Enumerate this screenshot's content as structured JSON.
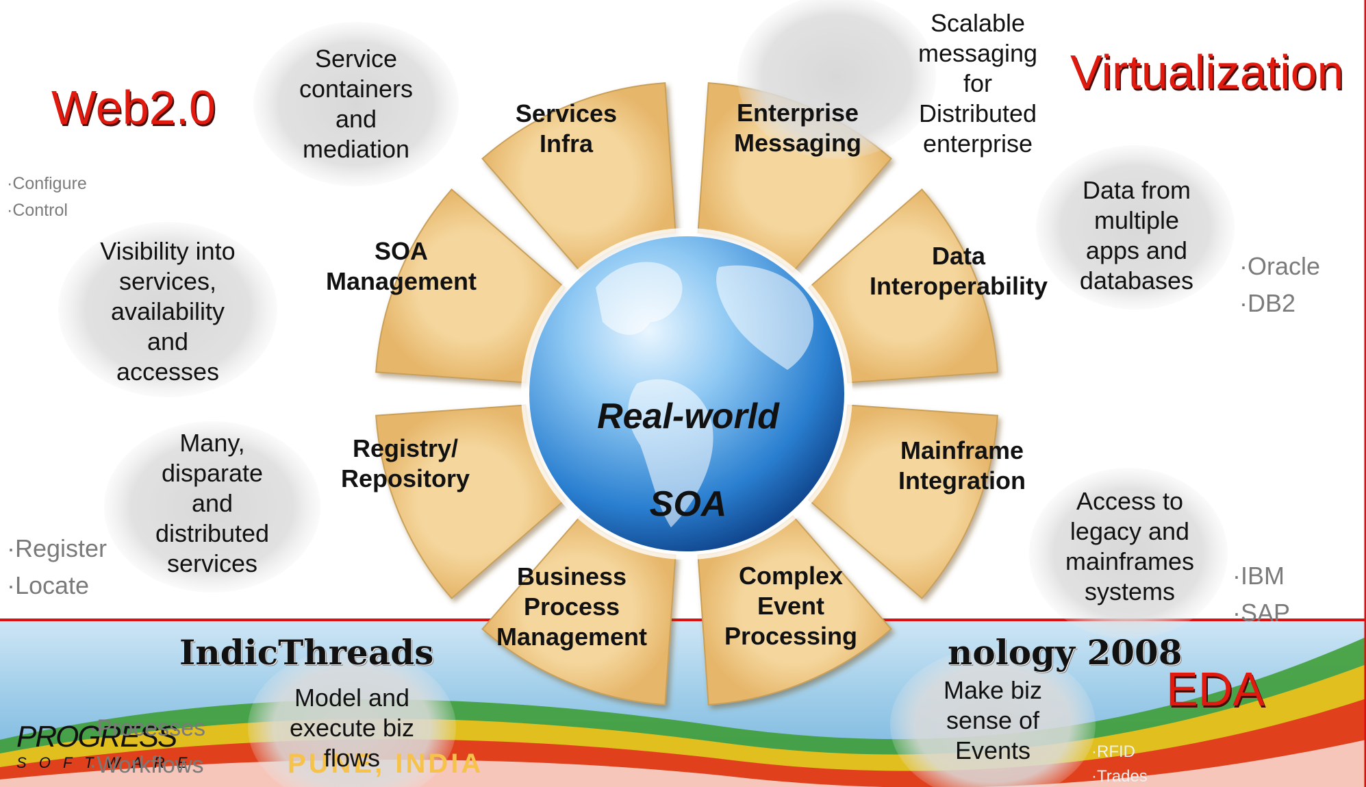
{
  "center": {
    "line1": "Real-world",
    "line2": "SOA"
  },
  "segments": [
    {
      "id": "services-infra",
      "label": "Services\nInfra"
    },
    {
      "id": "enterprise-messaging",
      "label": "Enterprise\nMessaging"
    },
    {
      "id": "data-interoperability",
      "label": "Data\nInteroperability"
    },
    {
      "id": "mainframe-integration",
      "label": "Mainframe\nIntegration"
    },
    {
      "id": "complex-event-processing",
      "label": "Complex\nEvent\nProcessing"
    },
    {
      "id": "business-process-management",
      "label": "Business\nProcess\nManagement"
    },
    {
      "id": "registry-repository",
      "label": "Registry/\nRepository"
    },
    {
      "id": "soa-management",
      "label": "SOA\nManagement"
    }
  ],
  "bubbles": [
    {
      "id": "service-containers",
      "label": "Service\ncontainers\nand\nmediation"
    },
    {
      "id": "scalable-messaging",
      "label": "Scalable\nmessaging\nfor\nDistributed\nenterprise"
    },
    {
      "id": "data-multiple-apps",
      "label": "Data from\nmultiple\napps and\ndatabases"
    },
    {
      "id": "legacy-access",
      "label": "Access to\nlegacy and\nmainframes\nsystems"
    },
    {
      "id": "biz-sense-events",
      "label": "Make biz\nsense of\nEvents"
    },
    {
      "id": "model-biz-flows",
      "label": "Model and\nexecute biz\nflows"
    },
    {
      "id": "disparate-services",
      "label": "Many,\ndisparate\nand\ndistributed\nservices"
    },
    {
      "id": "visibility-services",
      "label": "Visibility into\nservices,\navailability\nand\naccesses"
    }
  ],
  "headings": {
    "web20": "Web2.0",
    "virtualization": "Virtualization",
    "eda": "EDA"
  },
  "side_notes": {
    "configure": "·Configure",
    "control": "·Control",
    "oracle": "·Oracle",
    "db2": "·DB2",
    "register": "·Register",
    "locate": "·Locate",
    "ibm": "·IBM",
    "sap": "·SAP",
    "processes": "·Processes",
    "workflows": "·Workflows",
    "rfid": "·RFID",
    "trades": "·Trades"
  },
  "banner": {
    "left_text": "IndicThreads",
    "right_text": "nology 2008",
    "city": "PUNE, INDIA"
  },
  "logo": {
    "word": "PROGRESS",
    "tagline": "S O F T W A R E"
  },
  "colors": {
    "segment_fill": "#efc784",
    "segment_edge": "#c9a05a",
    "heading_red": "#e11a10",
    "globe_blue": "#2a7fd0",
    "side_gray": "#7a7a7a"
  }
}
